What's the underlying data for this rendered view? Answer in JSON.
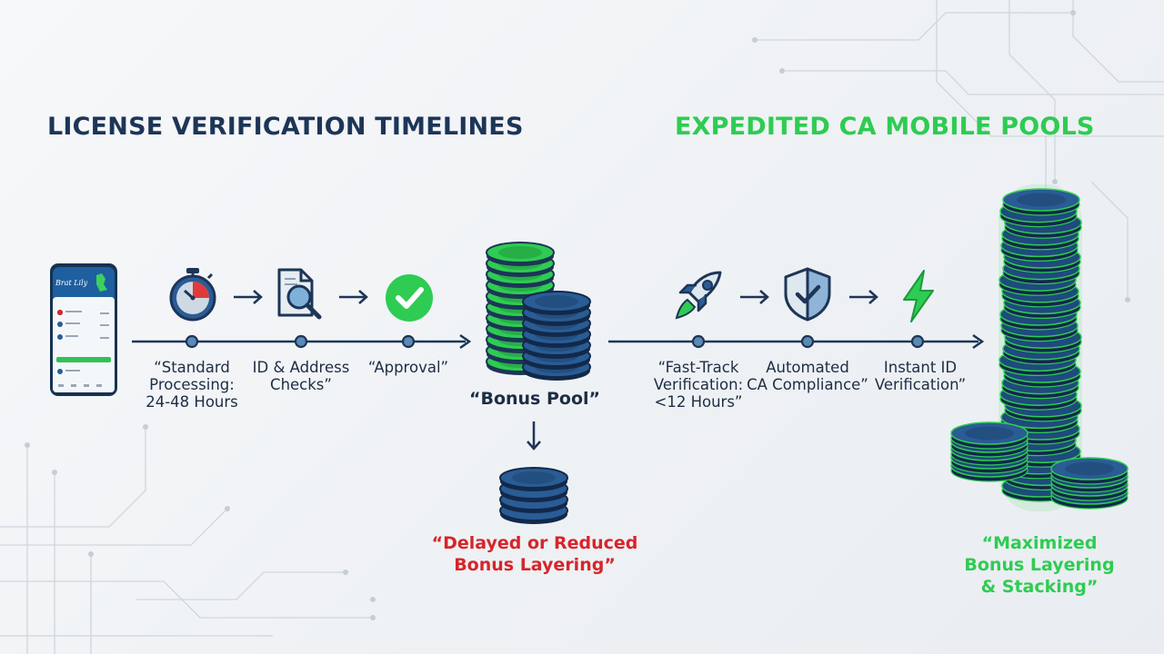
{
  "colors": {
    "navy": "#1d3557",
    "accent_green": "#2ecc52",
    "accent_red": "#d7252a",
    "chip_blue": "#2a5c95"
  },
  "left_section": {
    "heading": "LICENSE VERIFICATION TIMELINES",
    "steps": [
      {
        "icon": "stopwatch-icon",
        "lines": [
          "“Standard",
          "Processing:",
          "24-48 Hours"
        ]
      },
      {
        "icon": "document-magnifier-icon",
        "lines": [
          "ID & Address",
          "Checks”"
        ]
      },
      {
        "icon": "green-checkmark-icon",
        "lines": [
          "“Approval”"
        ]
      }
    ],
    "bonus_pool_label": "“Bonus Pool”",
    "outcome_lines": [
      "“Delayed or Reduced",
      "Bonus Layering”"
    ]
  },
  "right_section": {
    "heading": "EXPEDITED CA MOBILE POOLS",
    "steps": [
      {
        "icon": "rocket-icon",
        "lines": [
          "“Fast-Track",
          "Verification:",
          "<12 Hours”"
        ]
      },
      {
        "icon": "shield-check-icon",
        "lines": [
          "Automated",
          "CA Compliance”"
        ]
      },
      {
        "icon": "lightning-bolt-icon",
        "lines": [
          "Instant ID",
          "Verification”"
        ]
      }
    ],
    "outcome_lines": [
      "“Maximized",
      "Bonus Layering",
      "& Stacking”"
    ]
  },
  "phone": {
    "screen_title": "Brat Lily"
  }
}
